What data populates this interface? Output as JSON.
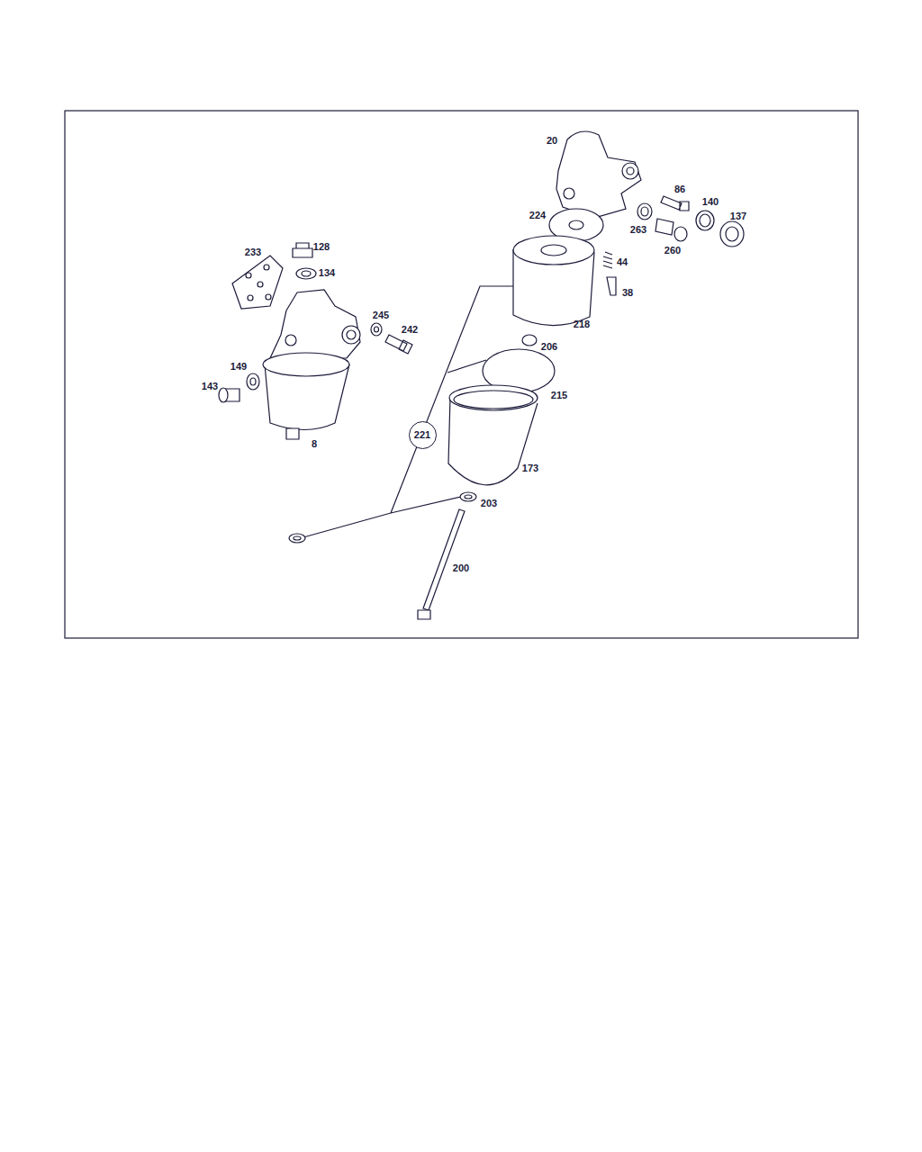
{
  "diagram": {
    "nodes": [
      {
        "text": [
          "221"
        ]
      }
    ],
    "labels": [
      "20",
      "86",
      "224",
      "140",
      "137",
      "263",
      "260",
      "128",
      "233",
      "134",
      "44",
      "38",
      "245",
      "242",
      "218",
      "149",
      "206",
      "143",
      "215",
      "8",
      "173",
      "203",
      "200"
    ]
  }
}
